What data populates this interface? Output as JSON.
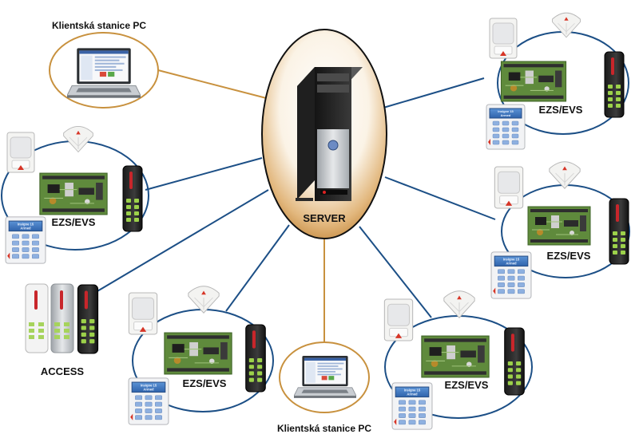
{
  "labels": {
    "client_top": "Klientská stanice PC",
    "client_bottom": "Klientská stanice PC",
    "server": "SERVER",
    "access": "ACCESS",
    "ezs_1": "EZS/EVS",
    "ezs_2": "EZS/EVS",
    "ezs_3": "EZS/EVS",
    "ezs_4": "EZS/EVS",
    "ezs_5": "EZS/EVS",
    "keypad_line1": "Insigne 15",
    "keypad_line2": "Armed"
  },
  "colors": {
    "network_line": "#1c4f86",
    "client_line": "#c8913e",
    "client_ring": "#c8913e",
    "server_ring": "#111111",
    "server_glow_top": "#ffffff",
    "server_glow_bottom": "#c89247",
    "text": "#111111"
  },
  "icons": {
    "server": "tower-server-icon",
    "laptop": "laptop-icon",
    "motion_sensor": "pir-sensor-icon",
    "ceiling_sensor": "ceiling-sensor-icon",
    "control_panel": "circuit-board-icon",
    "keypad": "lcd-keypad-icon",
    "card_reader": "card-reader-icon"
  }
}
